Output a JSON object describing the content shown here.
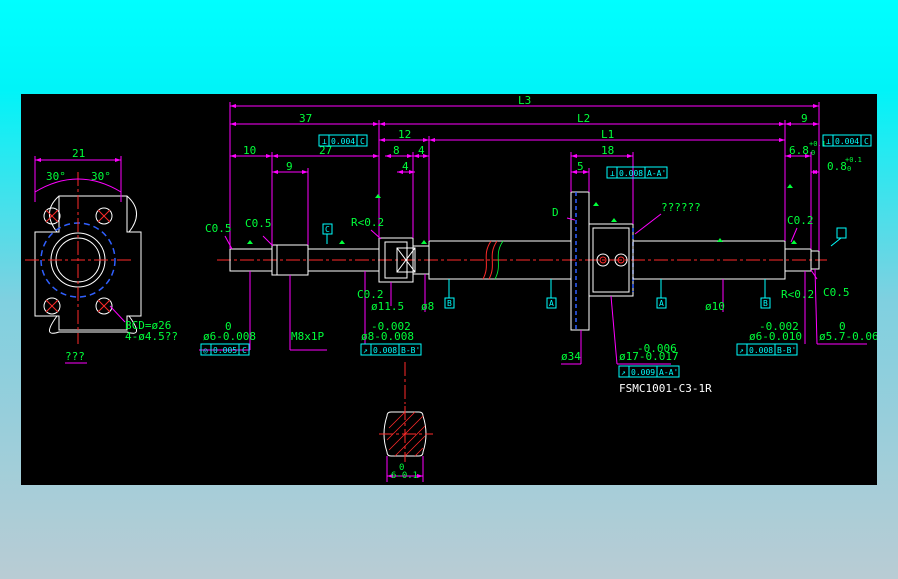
{
  "drawing": {
    "dims": {
      "L3": "L3",
      "L2": "L2",
      "L1": "L1",
      "d37": "37",
      "d12": "12",
      "d27": "27",
      "d10": "10",
      "d9a": "9",
      "d8": "8",
      "d4a": "4",
      "d4b": "4",
      "d5": "5",
      "d18": "18",
      "d9b": "9",
      "d21": "21",
      "ang30a": "30°",
      "ang30b": "30°",
      "c05a": "C0.5",
      "c05b": "C0.5",
      "c05c": "C0.5",
      "r02a": "R<0.2",
      "r02b": "R<0.2",
      "c02a": "C0.2",
      "c02b": "C0.2",
      "d6_8": "6.8",
      "tol_6_8_top": "+0.1",
      "tol_6_8_bot": "0",
      "d0_8": "0.8",
      "tol_0_8_top": "+0.1",
      "tol_0_8_bot": "0",
      "letterD": "D",
      "q6": "??????",
      "bcd": "BCD=ø26",
      "holes": "4-ø4.5??",
      "q3": "???",
      "phi6": "ø6-0.008",
      "phi6_top": "0",
      "m8": "M8x1P",
      "phi8": "ø8-0.008",
      "phi8_top": "-0.002",
      "phi11": "ø11.5",
      "phi8b": "ø8",
      "phi34": "ø34",
      "phi17": "ø17-0.017",
      "phi17_top": "-0.006",
      "phi10": "ø10",
      "phi6b": "ø6-0.010",
      "phi6b_top": "-0.002",
      "phi57": "ø5.7-0.06",
      "phi57_top": "0",
      "model": "FSMC1001-C3-1R",
      "section_top": "0",
      "section_bot": "6-0.1"
    },
    "frames": {
      "perp_c_a": [
        "⊥",
        "0.004",
        "C"
      ],
      "perp_c_b": [
        "⊥",
        "0.004",
        "C"
      ],
      "perp_aa": [
        "⊥",
        "0.008",
        "A-A'"
      ],
      "conc_c": [
        "◎",
        "0.005",
        "C"
      ],
      "run_bb_a": [
        "↗",
        "0.008",
        "B-B'"
      ],
      "run_aa": [
        "↗",
        "0.009",
        "A-A'"
      ],
      "run_bb_b": [
        "↗",
        "0.008",
        "B-B'"
      ]
    },
    "datums": {
      "C": "C",
      "B1": "B",
      "A1": "A",
      "A2": "A",
      "B2": "B"
    }
  }
}
